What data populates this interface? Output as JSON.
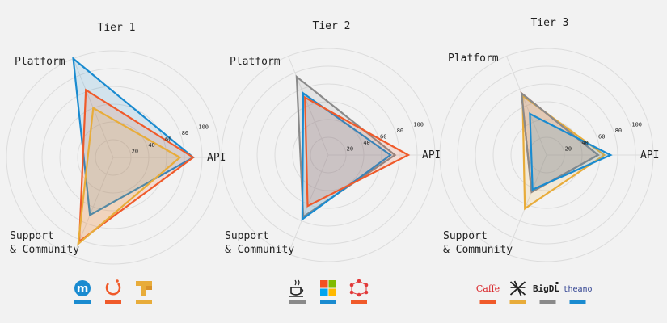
{
  "chart_data": [
    {
      "type": "radar",
      "title": "Tier 1",
      "axes": [
        "API",
        "Platform",
        "Support\n& Community"
      ],
      "ticks": [
        20,
        40,
        60,
        80,
        100
      ],
      "rmax": 120,
      "series": [
        {
          "icon": "m-logo-icon",
          "color": "#1a8bd0",
          "values": [
            90,
            120,
            70
          ]
        },
        {
          "icon": "ring-logo-icon",
          "color": "#f05a2a",
          "values": [
            90,
            82,
            102
          ]
        },
        {
          "icon": "t-logo-icon",
          "color": "#e8ac3a",
          "values": [
            75,
            60,
            105
          ]
        }
      ]
    },
    {
      "type": "radar",
      "title": "Tier 2",
      "axes": [
        "API",
        "Platform",
        "Support\n& Community"
      ],
      "ticks": [
        20,
        40,
        60,
        80,
        100
      ],
      "rmax": 120,
      "series": [
        {
          "icon": "cup-logo-icon",
          "color": "#8a8a8a",
          "values": [
            75,
            95,
            75
          ]
        },
        {
          "icon": "windows-logo-icon",
          "color": "#1a8bd0",
          "values": [
            70,
            75,
            78
          ]
        },
        {
          "icon": "network-logo-icon",
          "color": "#f05a2a",
          "values": [
            90,
            70,
            62
          ]
        }
      ]
    },
    {
      "type": "radar",
      "title": "Tier 3",
      "axes": [
        "API",
        "Platform",
        "Support\n& Community"
      ],
      "ticks": [
        20,
        40,
        60,
        80,
        100
      ],
      "rmax": 120,
      "series": [
        {
          "icon": "caffe-logo-icon",
          "label": "Caffe",
          "color": "#f05a2a",
          "values": [
            58,
            75,
            45
          ]
        },
        {
          "icon": "chainer-logo-icon",
          "color": "#e8ac3a",
          "values": [
            65,
            72,
            65
          ]
        },
        {
          "icon": "bigdl-logo-icon",
          "label": "BigDL",
          "color": "#8a8a8a",
          "values": [
            58,
            75,
            45
          ]
        },
        {
          "icon": "theano-logo-icon",
          "label": "theano",
          "color": "#1a8bd0",
          "values": [
            72,
            50,
            42
          ]
        }
      ]
    }
  ]
}
